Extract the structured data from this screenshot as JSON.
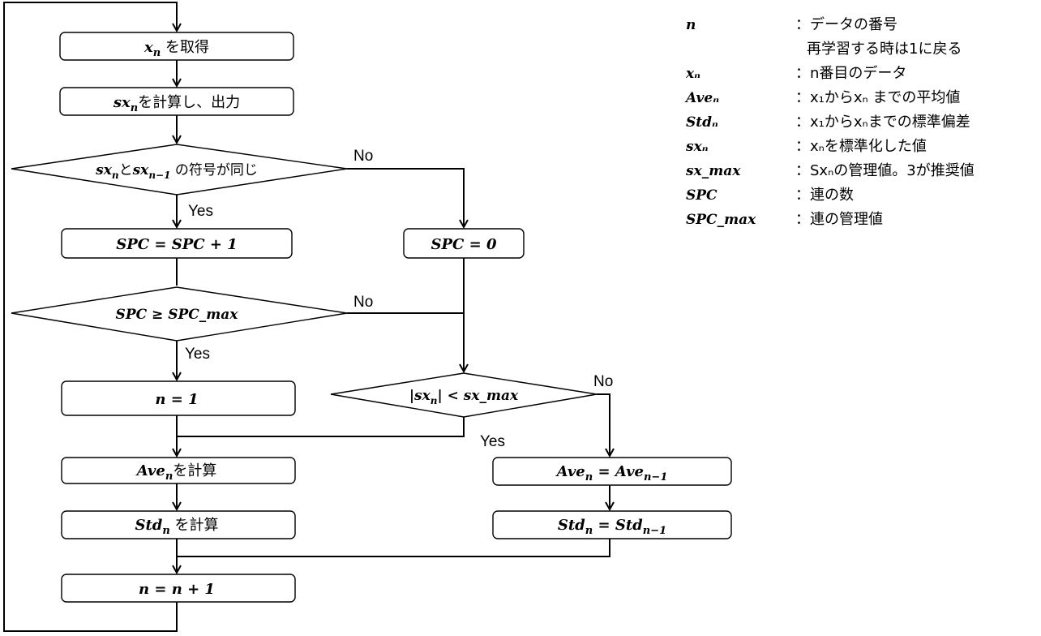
{
  "flow": {
    "loop_labels": {
      "yes": "Yes",
      "no": "No"
    },
    "get_xn": {
      "var": "x",
      "sub": "n",
      "text": " を取得"
    },
    "calc_sxn": {
      "var": "sx",
      "sub": "n",
      "text": "を計算し、出力"
    },
    "d_sign": {
      "v1": "sx",
      "s1": "n",
      "mid": "と",
      "v2": "sx",
      "s2": "n−1",
      "text": " の符号が同じ"
    },
    "spc_inc": "SPC = SPC + 1",
    "spc_zero": "SPC = 0",
    "d_spc": "SPC ≥ SPC_max",
    "n_one": "n = 1",
    "d_abs": {
      "pre": "|sx",
      "sub": "n",
      "post": "| < sx_max"
    },
    "ave_calc": {
      "var": "Ave",
      "sub": "n",
      "text": "を計算"
    },
    "std_calc": {
      "var": "Std",
      "sub": "n",
      "text": " を計算"
    },
    "ave_keep": {
      "a": "Ave",
      "as": "n",
      "eq": " = Ave",
      "bs": "n−1"
    },
    "std_keep": {
      "a": "Std",
      "as": "n",
      "eq": " = Std",
      "bs": "n−1"
    },
    "n_inc": "n = n + 1"
  },
  "legend": [
    {
      "sym": "n",
      "desc": "：データの番号",
      "sub": "再学習する時は1に戻る"
    },
    {
      "sym": "xₙ",
      "desc": "：n番目のデータ"
    },
    {
      "sym": "Aveₙ",
      "desc": "：x₁からxₙ までの平均値"
    },
    {
      "sym": "Stdₙ",
      "desc": "：x₁からxₙまでの標準偏差"
    },
    {
      "sym": "sxₙ",
      "desc": "：xₙを標準化した値"
    },
    {
      "sym": "sx_max",
      "desc": "：Sxₙの管理値。3が推奨値"
    },
    {
      "sym": "SPC",
      "desc": "：連の数"
    },
    {
      "sym": "SPC_max",
      "desc": "：連の管理値"
    }
  ]
}
